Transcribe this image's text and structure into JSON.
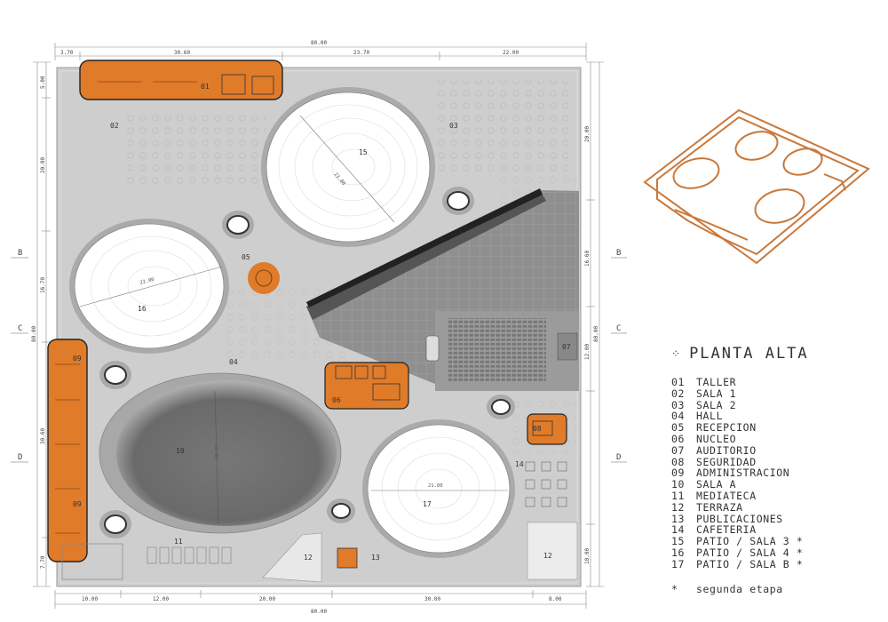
{
  "legend": {
    "title": "PLANTA ALTA",
    "items": [
      {
        "num": "01",
        "label": "TALLER"
      },
      {
        "num": "02",
        "label": "SALA 1"
      },
      {
        "num": "03",
        "label": "SALA 2"
      },
      {
        "num": "04",
        "label": "HALL"
      },
      {
        "num": "05",
        "label": "RECEPCION"
      },
      {
        "num": "06",
        "label": "NUCLEO"
      },
      {
        "num": "07",
        "label": "AUDITORIO"
      },
      {
        "num": "08",
        "label": "SEGURIDAD"
      },
      {
        "num": "09",
        "label": "ADMINISTRACION"
      },
      {
        "num": "10",
        "label": "SALA A"
      },
      {
        "num": "11",
        "label": "MEDIATECA"
      },
      {
        "num": "12",
        "label": "TERRAZA"
      },
      {
        "num": "13",
        "label": "PUBLICACIONES"
      },
      {
        "num": "14",
        "label": "CAFETERIA"
      },
      {
        "num": "15",
        "label": "PATIO / SALA 3 *"
      },
      {
        "num": "16",
        "label": "PATIO / SALA 4 *"
      },
      {
        "num": "17",
        "label": "PATIO / SALA B *"
      }
    ],
    "note_mark": "*",
    "note": "segunda etapa"
  },
  "dimensions": {
    "top_total": "80.00",
    "top": [
      "3.70",
      "30.60",
      "23.70",
      "22.00"
    ],
    "bottom_total": "80.00",
    "bottom": [
      "10.00",
      "12.00",
      "20.00",
      "30.00",
      "8.00"
    ],
    "left_outer": "80.00",
    "left": [
      "5.00",
      "20.00",
      "16.70",
      "30.60",
      "7.70"
    ],
    "right_outer": "80.00",
    "right": [
      "20.00",
      "16.60",
      "12.00",
      "10.00"
    ]
  },
  "section_marks": {
    "b": "B",
    "c": "C",
    "d": "D"
  },
  "room_tags": {
    "r01": "01",
    "r02": "02",
    "r03": "03",
    "r04": "04",
    "r05": "05",
    "r06": "06",
    "r07": "07",
    "r08": "08",
    "r09": "09",
    "r10": "10",
    "r11": "11",
    "r12": "12",
    "r13": "13",
    "r14": "14",
    "r15": "15",
    "r16": "16",
    "r17": "17"
  },
  "patio_dims": {
    "p15": "23.00",
    "p16": "22.00",
    "p17": "21.00",
    "p10": "22.00"
  },
  "colors": {
    "accent": "#e07b2a",
    "floor": "#cfcece",
    "patio": "#ffffff",
    "ink": "#333333"
  }
}
